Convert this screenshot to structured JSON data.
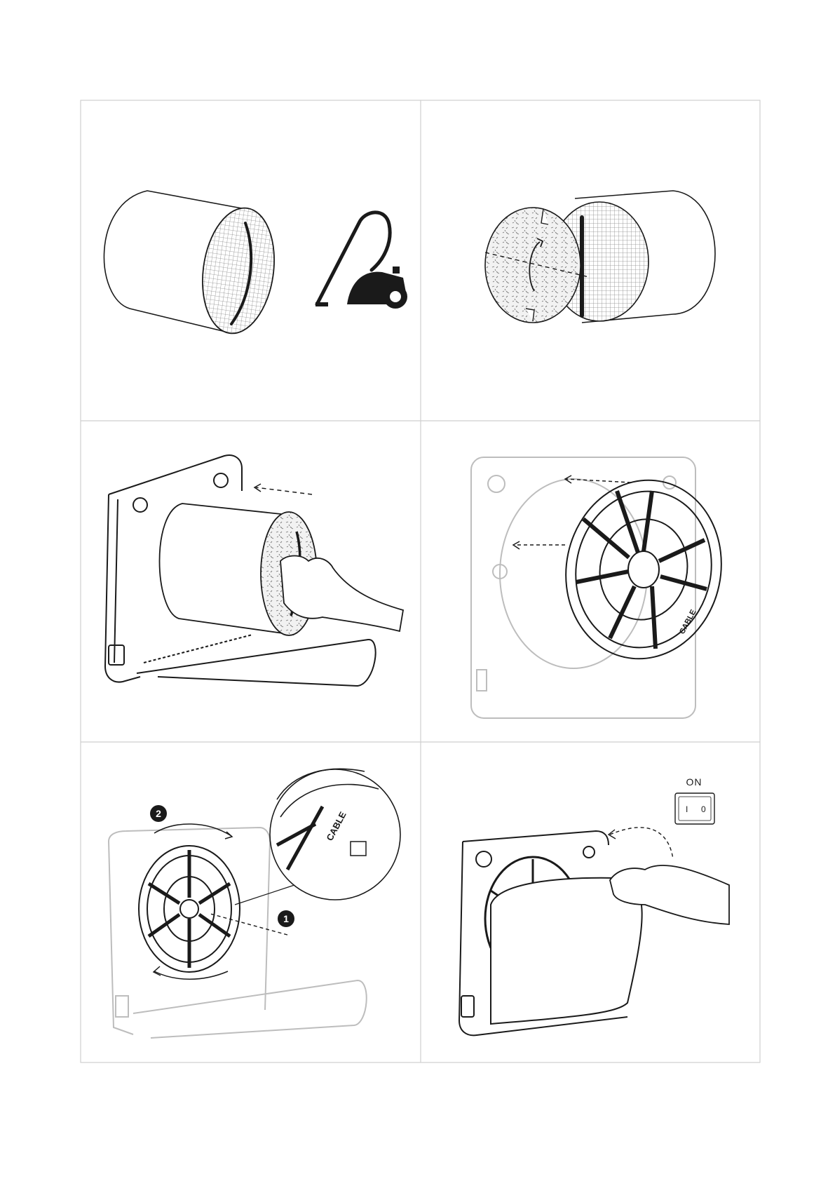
{
  "panels": [
    {
      "id": "panel-1",
      "description_icon": "filter-cylinder-and-vacuum-cleaner-icon"
    },
    {
      "id": "panel-2",
      "description_icon": "filter-pad-rotation-icon"
    },
    {
      "id": "panel-3",
      "description_icon": "insert-filter-into-unit-icon"
    },
    {
      "id": "panel-4",
      "description_icon": "attach-grille-icon"
    },
    {
      "id": "panel-5",
      "description_icon": "rotate-grille-lock-icon"
    },
    {
      "id": "panel-6",
      "description_icon": "close-front-cover-icon"
    }
  ],
  "labels": {
    "step_one": "1",
    "step_two": "2",
    "cable_label": "CABLE",
    "switch_title": "ON",
    "switch_on": "I",
    "switch_off": "0"
  },
  "colors": {
    "line": "#1a1a1a",
    "faint_line": "#bdbdbd",
    "grid": "#c8c8c8"
  }
}
